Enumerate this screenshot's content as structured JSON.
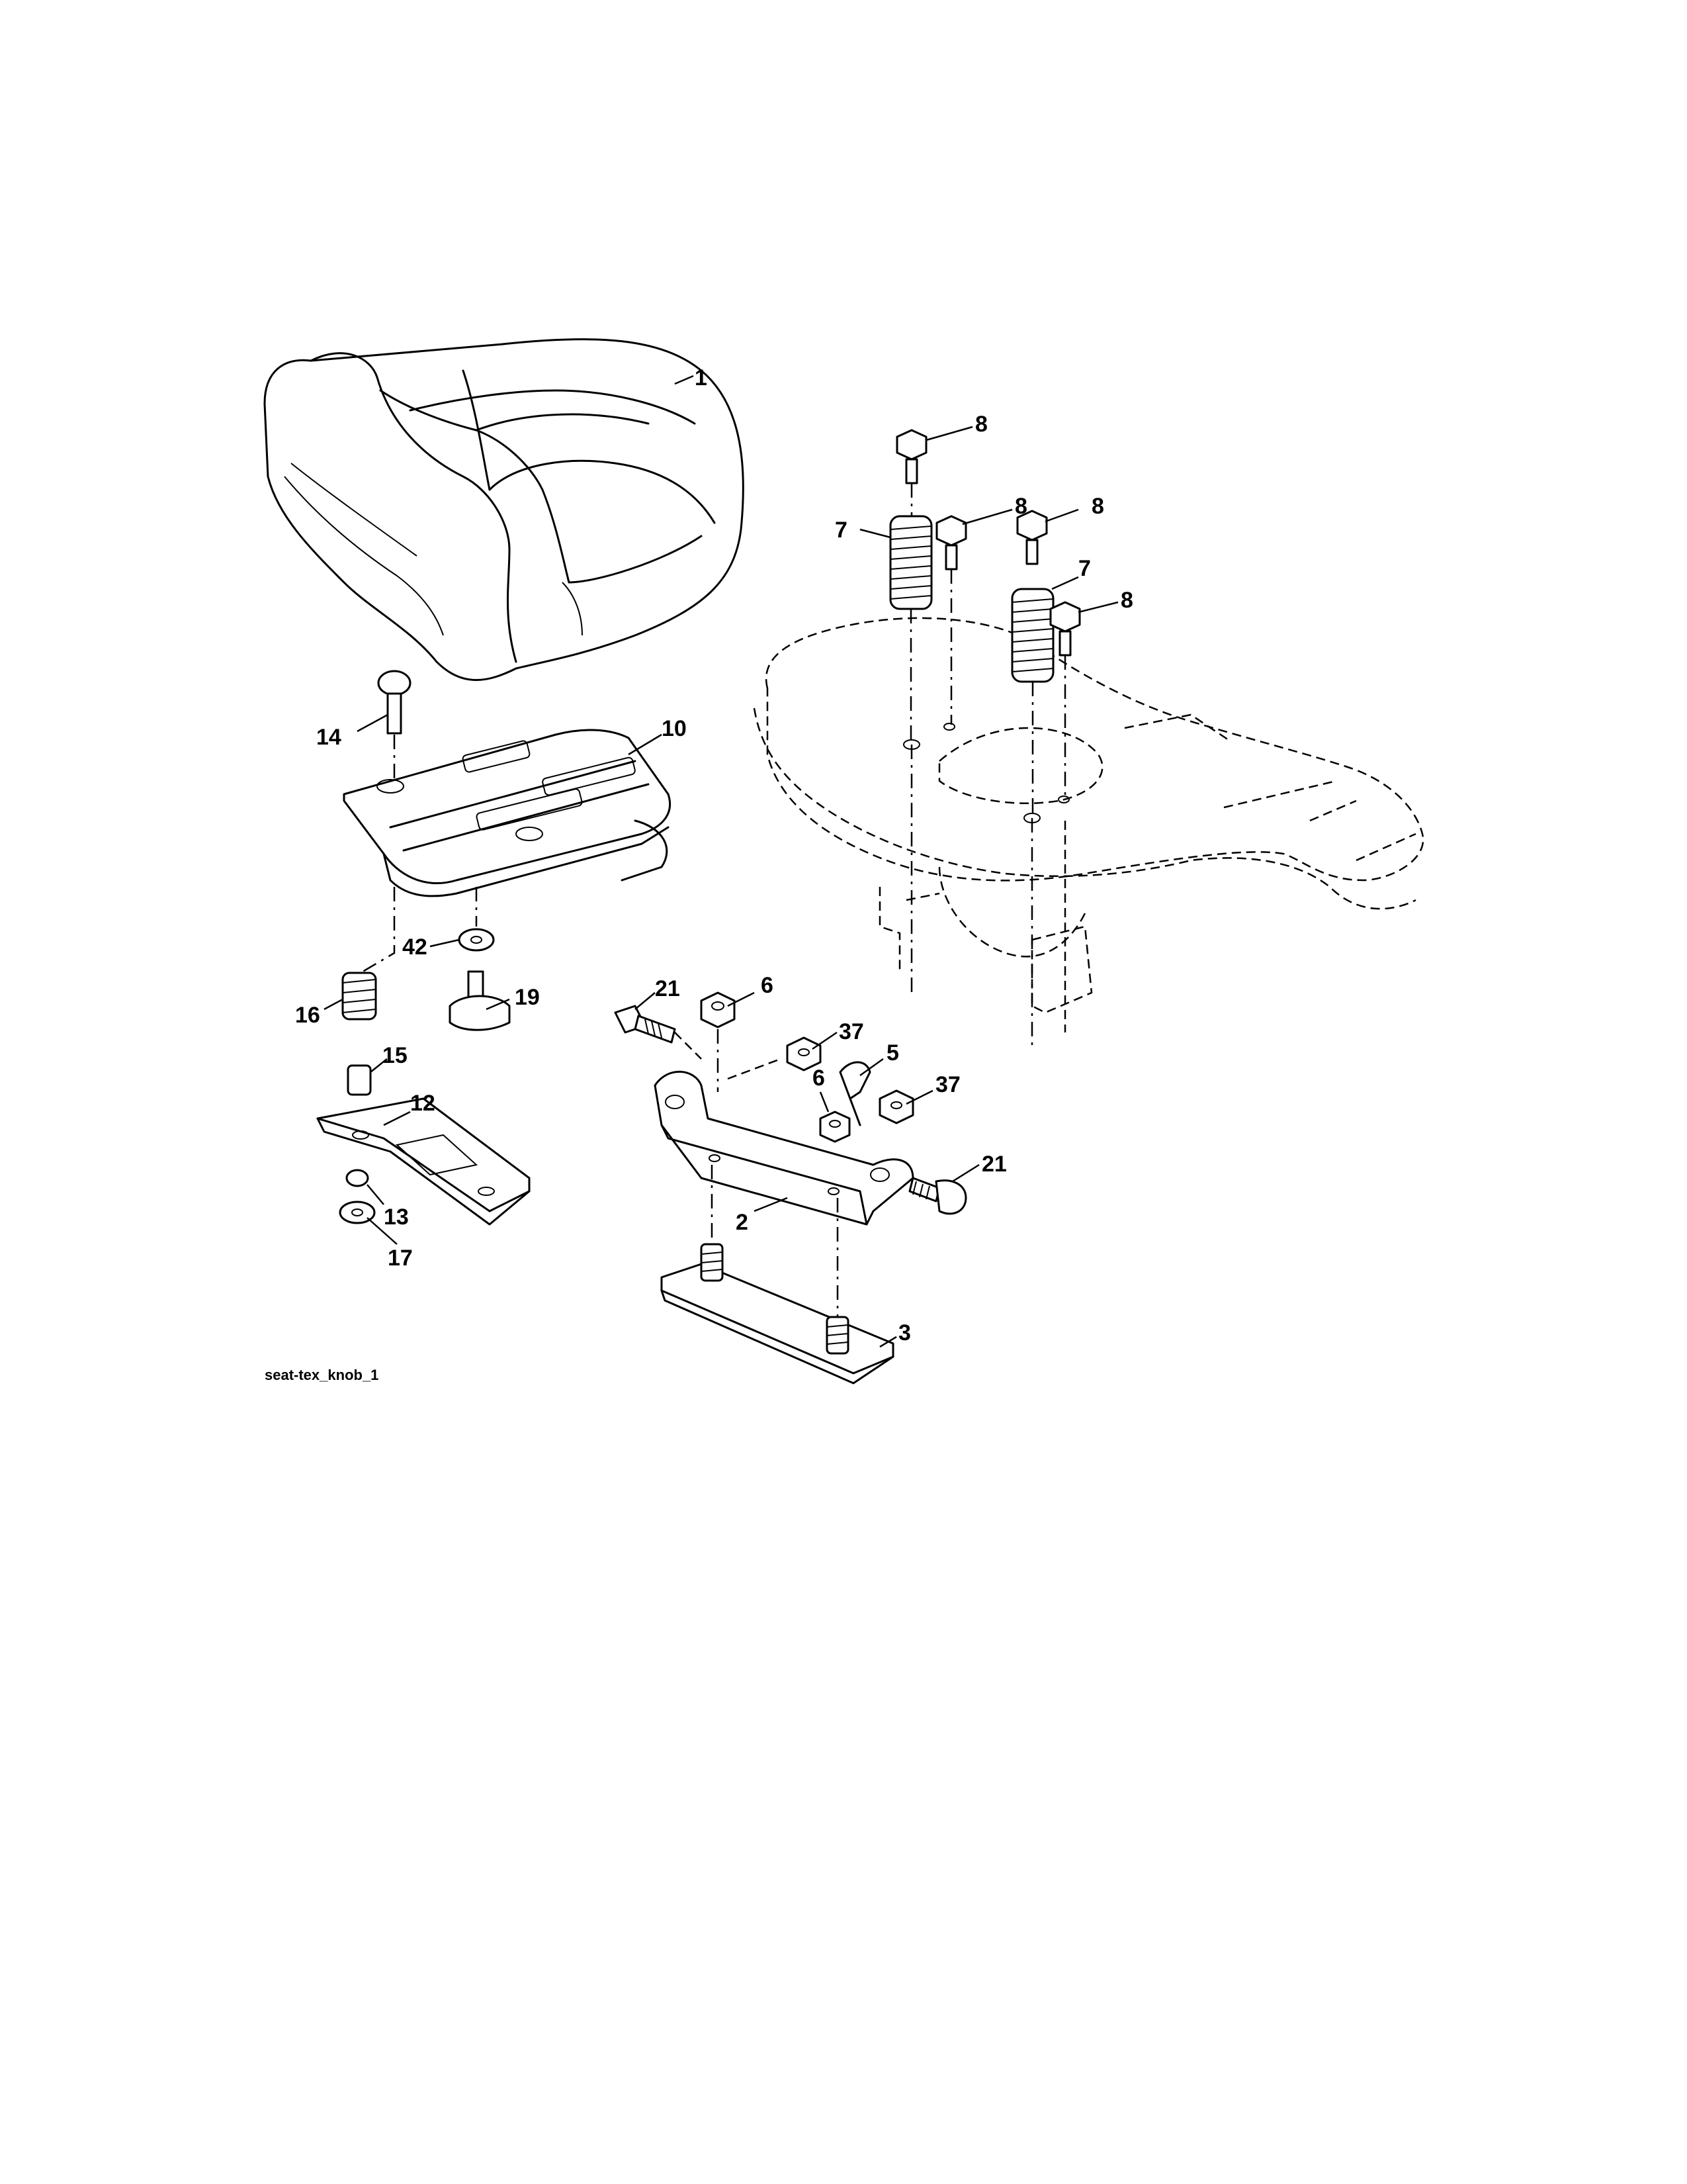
{
  "diagram": {
    "caption": "seat-tex_knob_1",
    "callouts": [
      "1",
      "8",
      "8",
      "8",
      "8",
      "7",
      "7",
      "10",
      "14",
      "42",
      "19",
      "16",
      "15",
      "12",
      "13",
      "17",
      "21",
      "6",
      "37",
      "5",
      "6",
      "37",
      "21",
      "2",
      "3"
    ]
  }
}
